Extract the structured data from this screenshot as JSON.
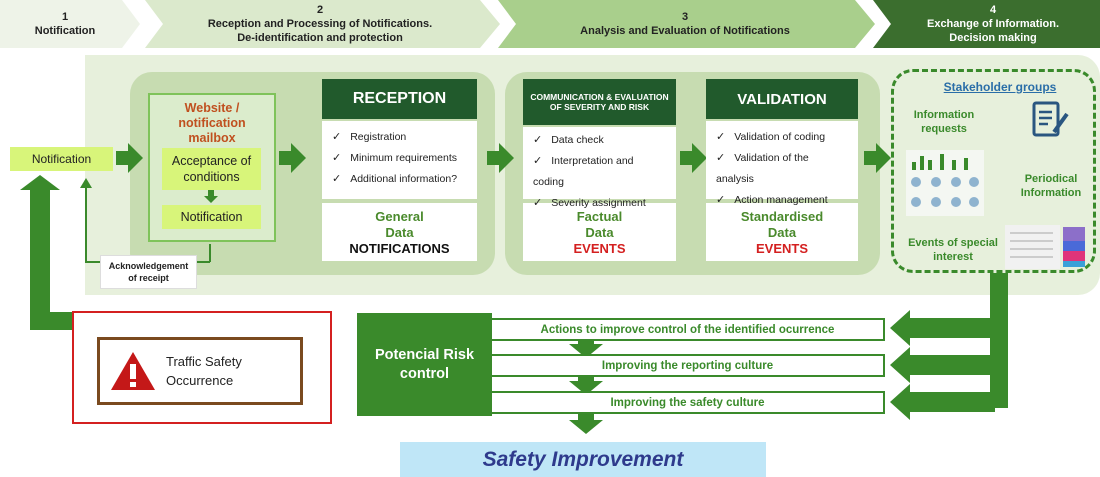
{
  "steps": [
    {
      "num": "1",
      "label": "Notification"
    },
    {
      "num": "2",
      "label": "Reception and Processing of Notifications.",
      "label2": "De-identification and protection"
    },
    {
      "num": "3",
      "label": "Analysis and Evaluation of Notifications"
    },
    {
      "num": "4",
      "label": "Exchange of Information.",
      "label2": "Decision making"
    }
  ],
  "notification_box": "Notification",
  "website": {
    "title": "Website / notification mailbox",
    "acceptance": "Acceptance of conditions",
    "notification": "Notification"
  },
  "acknowledgement": "Acknowledgement of receipt",
  "reception": {
    "title": "RECEPTION",
    "items": [
      "Registration",
      "Minimum requirements",
      "Additional information?"
    ],
    "data_line1": "General",
    "data_line2": "Data",
    "data_line3": "NOTIFICATIONS"
  },
  "communication": {
    "title": "COMMUNICATION & EVALUATION OF SEVERITY AND RISK",
    "items": [
      "Data check",
      "Interpretation and coding",
      "Severity assignment"
    ],
    "data_line1": "Factual",
    "data_line2": "Data",
    "data_line3": "EVENTS"
  },
  "validation": {
    "title": "VALIDATION",
    "items": [
      "Validation of coding",
      "Validation of the analysis",
      "Action management"
    ],
    "data_line1": "Standardised",
    "data_line2": "Data",
    "data_line3": "EVENTS"
  },
  "stakeholders": {
    "title": "Stakeholder groups",
    "info_requests": "Information requests",
    "periodical": "Periodical Information",
    "events": "Events of special interest"
  },
  "occurrence": "Traffic Safety Occurrence",
  "risk_control": "Potencial Risk control",
  "actions": [
    "Actions to improve control of the identified ocurrence",
    "Improving the reporting culture",
    "Improving the safety culture"
  ],
  "safety_improvement": "Safety Improvement",
  "colors": {
    "dark_green": "#215a2c",
    "mid_green": "#3a8a2b",
    "lime": "#d8f57a",
    "red": "#d42020",
    "light_blue": "#bfe6f7"
  }
}
